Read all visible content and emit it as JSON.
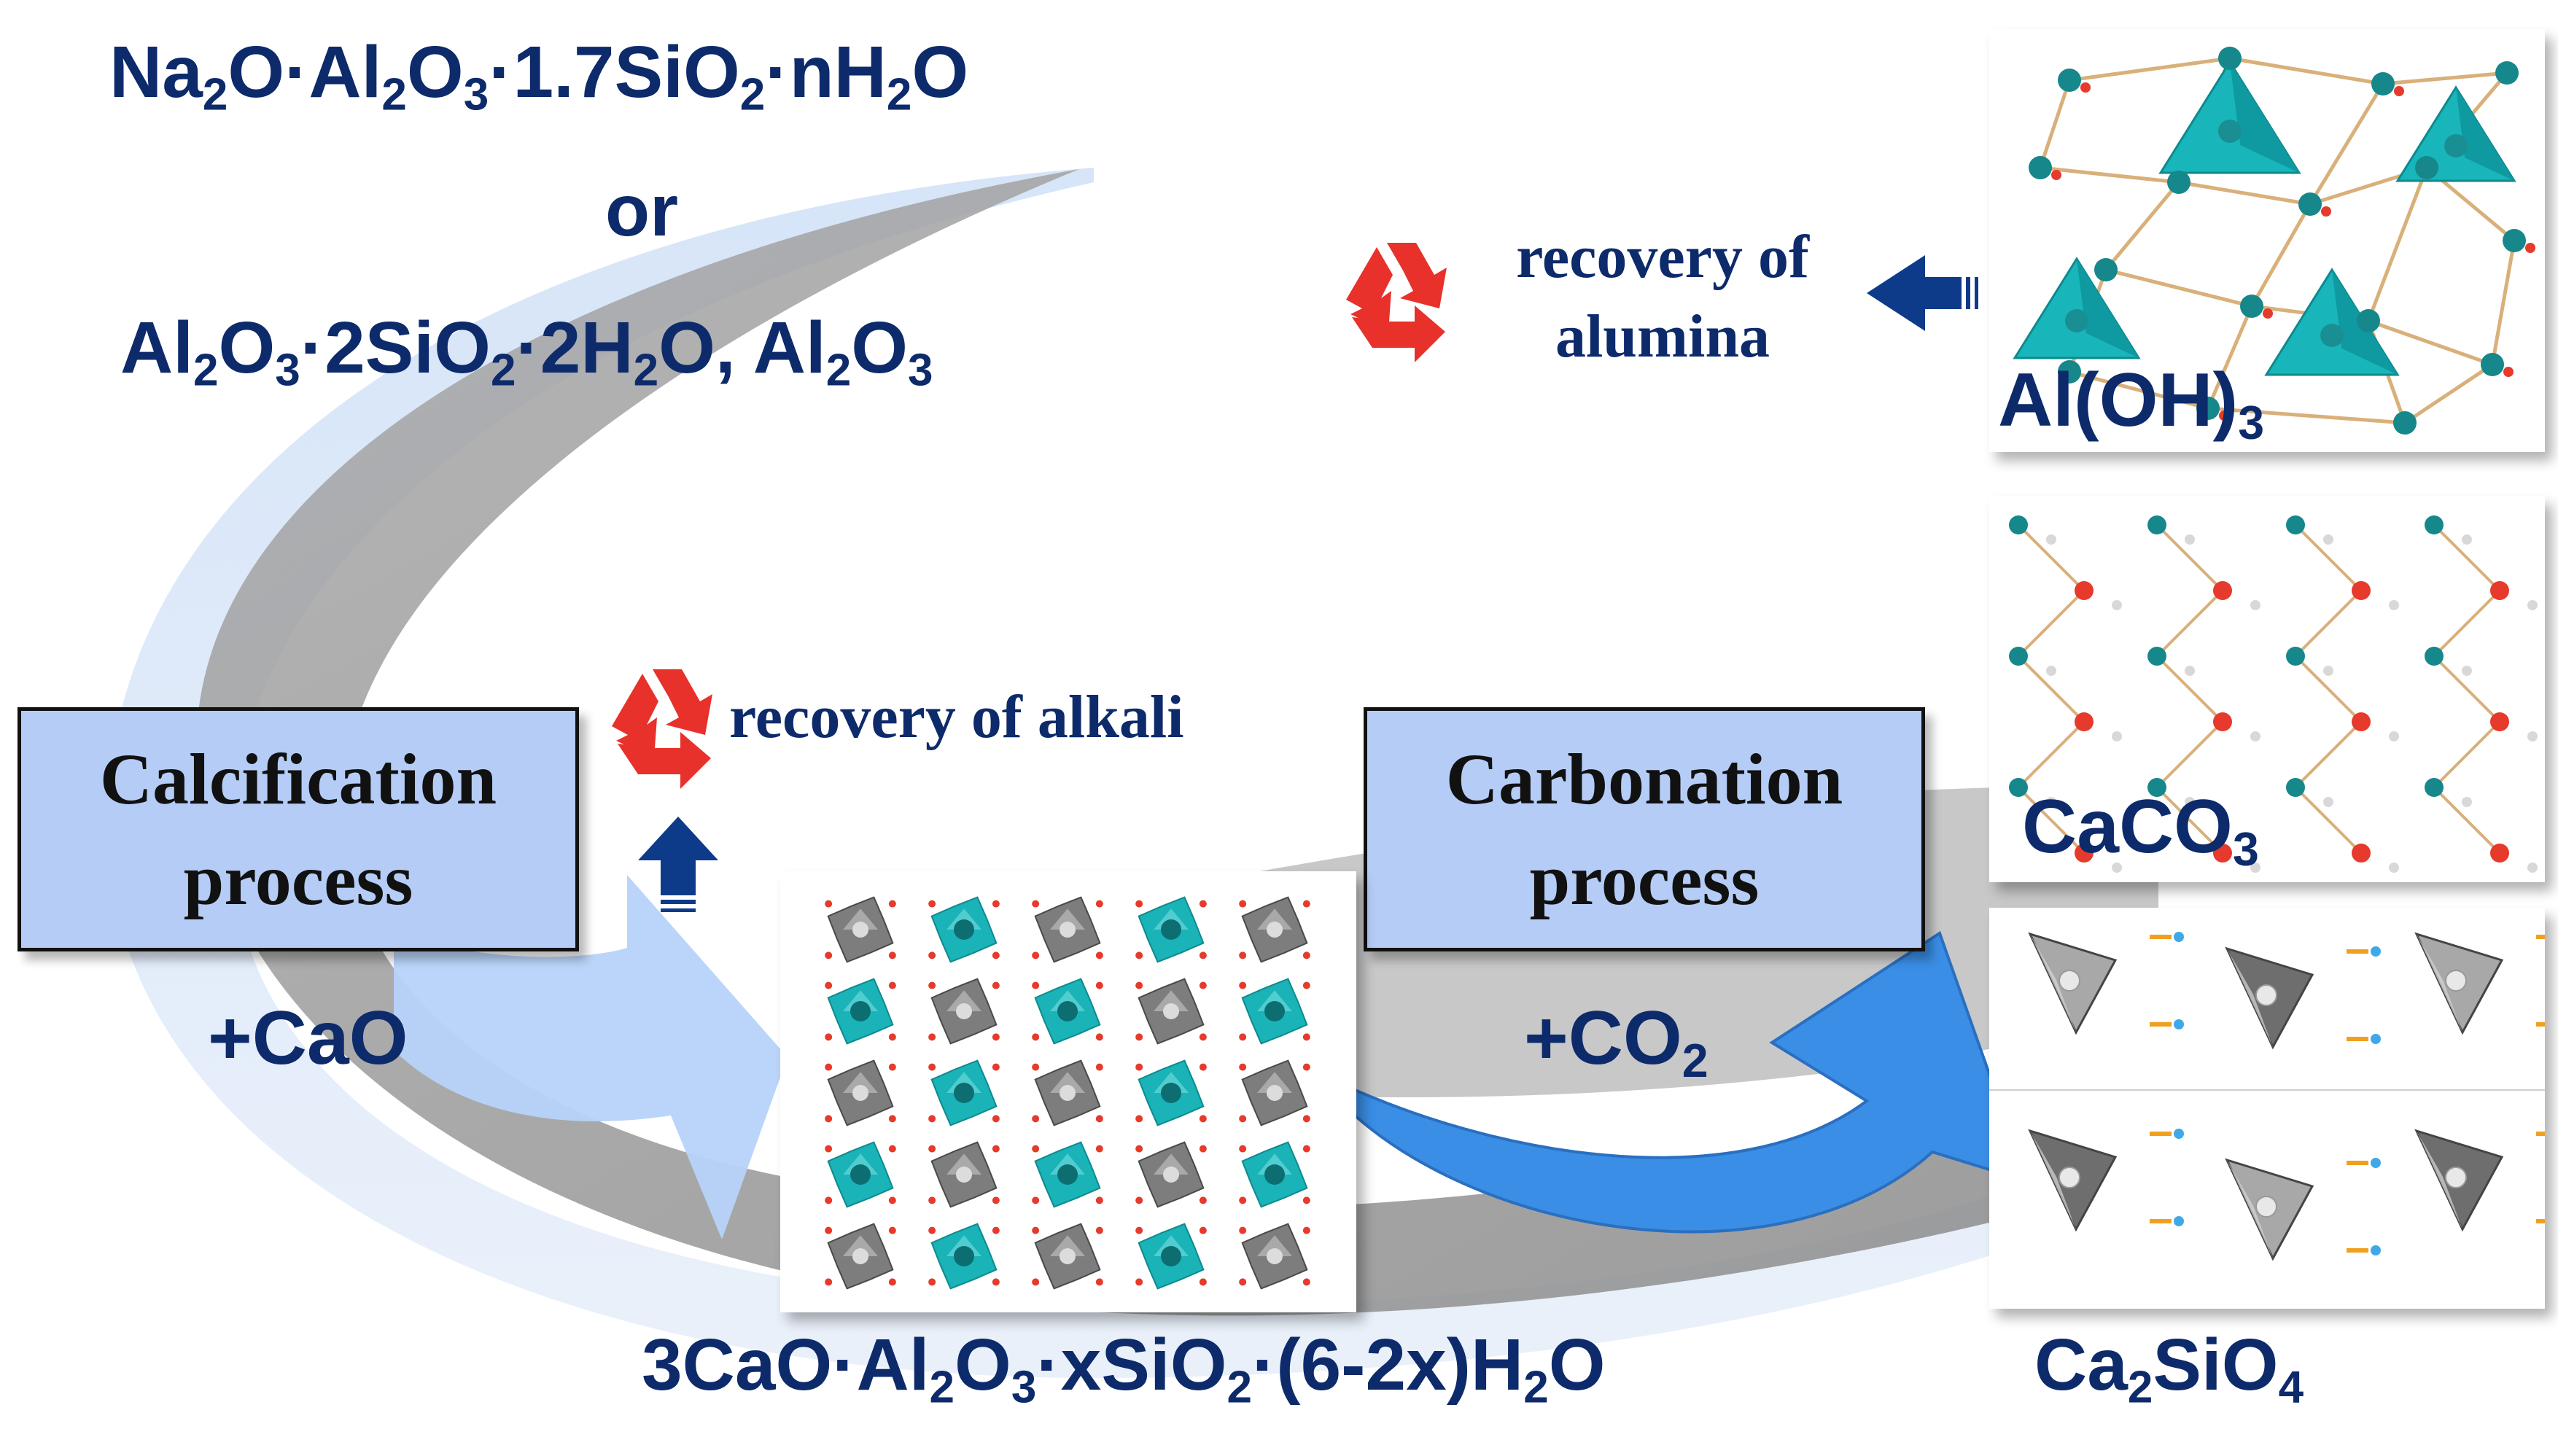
{
  "starting_material": {
    "line1": [
      "Na",
      "2",
      "O·Al",
      "2",
      "O",
      "3",
      "·1.7SiO",
      "2",
      "·nH",
      "2",
      "O"
    ],
    "line2": "or",
    "line3": [
      "Al",
      "2",
      "O",
      "3",
      "·2SiO",
      "2",
      "·2H",
      "2",
      "O, Al",
      "2",
      "O",
      "3"
    ]
  },
  "recovery_alumina": {
    "line1": "recovery of",
    "line2": "alumina"
  },
  "recovery_alkali": {
    "label": "recovery of alkali"
  },
  "calcification_box": {
    "line1": "Calcification",
    "line2": "process"
  },
  "carbonation_box": {
    "line1": "Carbonation",
    "line2": "process"
  },
  "reagent_cao": {
    "text": "+CaO"
  },
  "reagent_co2": {
    "text": "+CO",
    "sub": "2"
  },
  "intermediate_formula": [
    "3CaO·Al",
    "2",
    "O",
    "3",
    "·xSiO",
    "2",
    "·(6-2x)H",
    "2",
    "O"
  ],
  "products": {
    "aloh3": {
      "main": "Al(OH)",
      "sub": "3"
    },
    "caco3": {
      "main": "CaCO",
      "sub": "3"
    },
    "ca2sio4": {
      "a": "Ca",
      "b": "2",
      "c": "SiO",
      "d": "4"
    }
  },
  "colors": {
    "text_navy": "#0d2a6b",
    "box_fill": "#b5cdf6",
    "recycle_red": "#e8312a",
    "arrow_blue": "#3a8ee6",
    "teal": "#19b3b8",
    "grey_swoosh": "#8f8f8f"
  },
  "icons": [
    "recycle-icon",
    "arrow-left-icon",
    "arrow-up-icon"
  ]
}
